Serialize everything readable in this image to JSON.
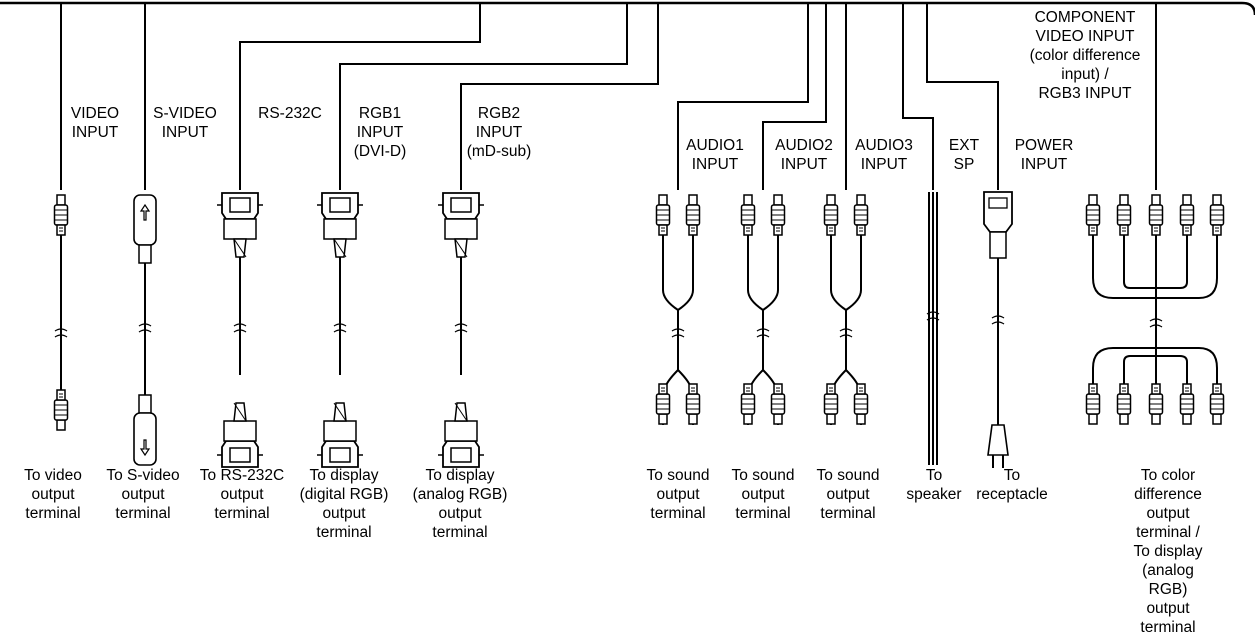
{
  "diagram": {
    "connections": [
      {
        "id": "video",
        "input_label": "VIDEO\nINPUT",
        "destination": "To video\noutput\nterminal"
      },
      {
        "id": "svideo",
        "input_label": "S-VIDEO\nINPUT",
        "destination": "To S-video\noutput\nterminal"
      },
      {
        "id": "rs232c",
        "input_label": "RS-232C",
        "destination": "To RS-232C\noutput\nterminal"
      },
      {
        "id": "rgb1",
        "input_label": "RGB1\nINPUT\n(DVI-D)",
        "destination": "To display\n(digital RGB)\noutput\nterminal"
      },
      {
        "id": "rgb2",
        "input_label": "RGB2\nINPUT\n(mD-sub)",
        "destination": "To display\n(analog RGB)\noutput\nterminal"
      },
      {
        "id": "audio1",
        "input_label": "AUDIO1\nINPUT",
        "destination": "To sound\noutput\nterminal"
      },
      {
        "id": "audio2",
        "input_label": "AUDIO2\nINPUT",
        "destination": "To sound\noutput\nterminal"
      },
      {
        "id": "audio3",
        "input_label": "AUDIO3\nINPUT",
        "destination": "To sound\noutput\nterminal"
      },
      {
        "id": "extsp",
        "input_label": "EXT\nSP",
        "destination": "To\nspeaker"
      },
      {
        "id": "power",
        "input_label": "POWER\nINPUT",
        "destination": "To\nreceptacle"
      },
      {
        "id": "component",
        "input_label": "COMPONENT\nVIDEO INPUT\n(color difference\ninput)  /\nRGB3  INPUT",
        "destination": "To color difference\noutput terminal /\nTo display\n(analog RGB)\noutput terminal"
      }
    ]
  }
}
